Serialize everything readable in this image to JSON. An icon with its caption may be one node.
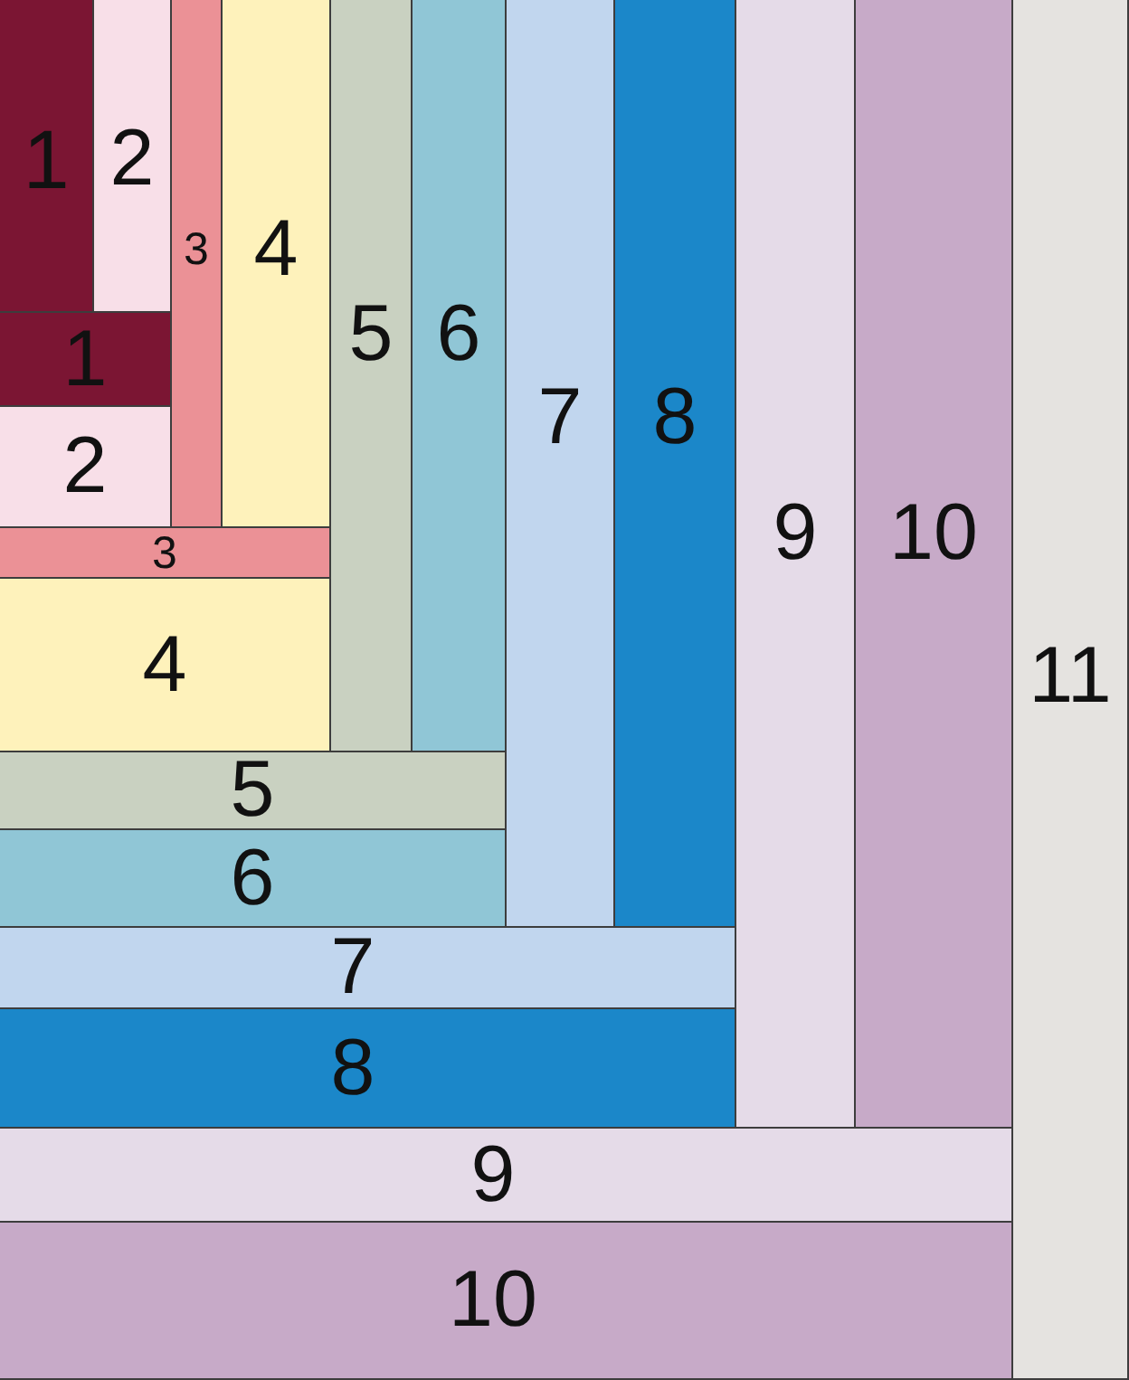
{
  "diagram": {
    "nodes": [
      {
        "text": [
          "1"
        ]
      },
      {
        "text": [
          "2"
        ]
      },
      {
        "text": [
          "3"
        ]
      },
      {
        "text": [
          "4"
        ]
      },
      {
        "text": [
          "5"
        ]
      },
      {
        "text": [
          "6"
        ]
      },
      {
        "text": [
          "7"
        ]
      },
      {
        "text": [
          "8"
        ]
      },
      {
        "text": [
          "9"
        ]
      },
      {
        "text": [
          "10"
        ]
      },
      {
        "text": [
          "11"
        ]
      },
      {
        "text": [
          "1"
        ]
      },
      {
        "text": [
          "2"
        ]
      },
      {
        "text": [
          "3"
        ]
      },
      {
        "text": [
          "4"
        ]
      },
      {
        "text": [
          "5"
        ]
      },
      {
        "text": [
          "6"
        ]
      },
      {
        "text": [
          "7"
        ]
      },
      {
        "text": [
          "8"
        ]
      },
      {
        "text": [
          "9"
        ]
      },
      {
        "text": [
          "10"
        ]
      }
    ]
  }
}
